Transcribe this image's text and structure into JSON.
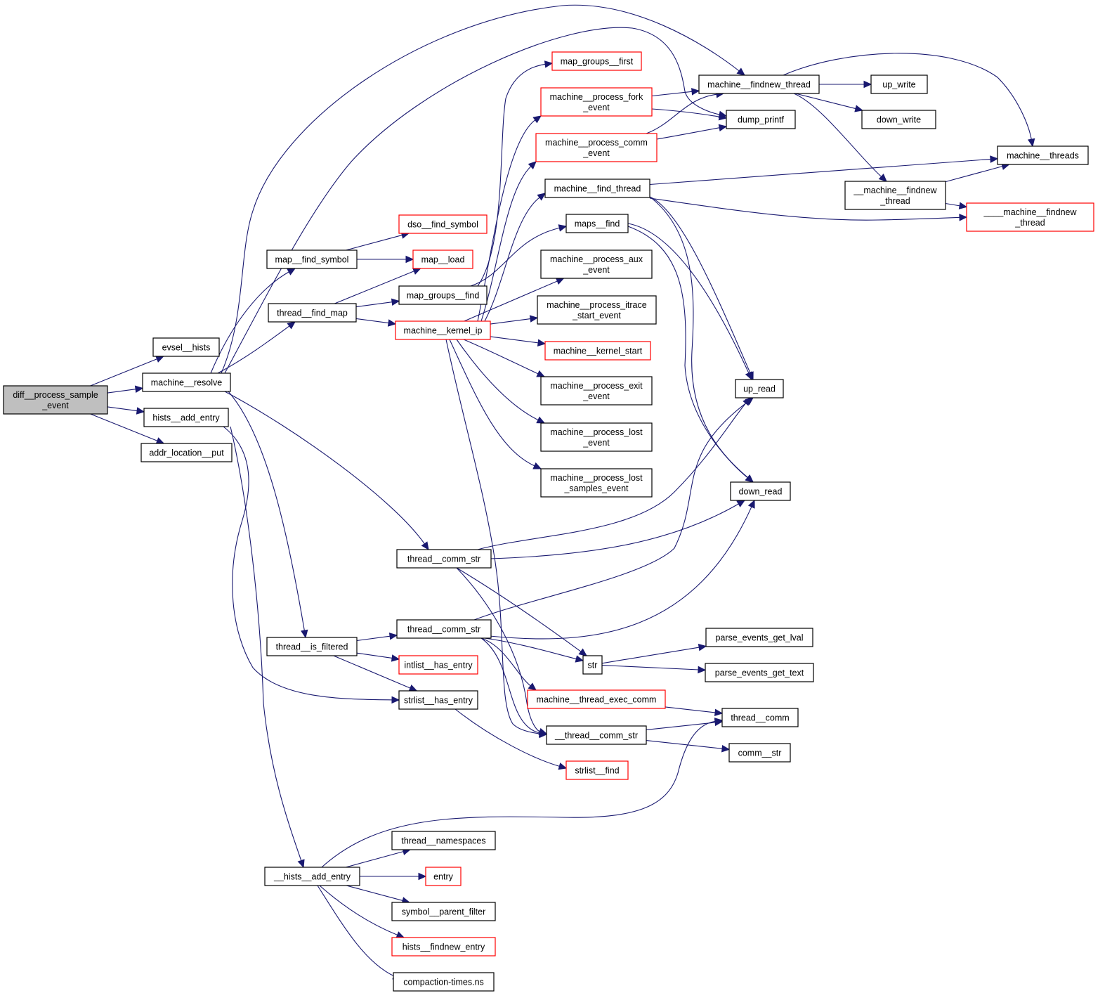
{
  "diagram": {
    "type": "call-graph",
    "edge_color": "#191970",
    "nodes": [
      {
        "id": "diff",
        "lines": [
          "diff__process_sample",
          "_event"
        ],
        "style": "root"
      },
      {
        "id": "evsel_hists",
        "lines": [
          "evsel__hists"
        ],
        "style": "normal"
      },
      {
        "id": "machine_resolve",
        "lines": [
          "machine__resolve"
        ],
        "style": "normal"
      },
      {
        "id": "hists_add_entry",
        "lines": [
          "hists__add_entry"
        ],
        "style": "normal"
      },
      {
        "id": "addr_location_put",
        "lines": [
          "addr_location__put"
        ],
        "style": "normal"
      },
      {
        "id": "map_find_symbol",
        "lines": [
          "map__find_symbol"
        ],
        "style": "normal"
      },
      {
        "id": "thread_find_map",
        "lines": [
          "thread__find_map"
        ],
        "style": "normal"
      },
      {
        "id": "dso_find_symbol",
        "lines": [
          "dso__find_symbol"
        ],
        "style": "red"
      },
      {
        "id": "map_load",
        "lines": [
          "map__load"
        ],
        "style": "red"
      },
      {
        "id": "map_groups_find",
        "lines": [
          "map_groups__find"
        ],
        "style": "normal"
      },
      {
        "id": "machine_kernel_ip",
        "lines": [
          "machine__kernel_ip"
        ],
        "style": "red"
      },
      {
        "id": "map_groups_first",
        "lines": [
          "map_groups__first"
        ],
        "style": "red"
      },
      {
        "id": "mpfork",
        "lines": [
          "machine__process_fork",
          "_event"
        ],
        "style": "red"
      },
      {
        "id": "mpcomm",
        "lines": [
          "machine__process_comm",
          "_event"
        ],
        "style": "red"
      },
      {
        "id": "machine_find_thread",
        "lines": [
          "machine__find_thread"
        ],
        "style": "normal"
      },
      {
        "id": "maps_find",
        "lines": [
          "maps__find"
        ],
        "style": "normal"
      },
      {
        "id": "mpaux",
        "lines": [
          "machine__process_aux",
          "_event"
        ],
        "style": "normal"
      },
      {
        "id": "mpitrace",
        "lines": [
          "machine__process_itrace",
          "_start_event"
        ],
        "style": "normal"
      },
      {
        "id": "machine_kernel_start",
        "lines": [
          "machine__kernel_start"
        ],
        "style": "red"
      },
      {
        "id": "mpexit",
        "lines": [
          "machine__process_exit",
          "_event"
        ],
        "style": "normal"
      },
      {
        "id": "mplost",
        "lines": [
          "machine__process_lost",
          "_event"
        ],
        "style": "normal"
      },
      {
        "id": "mplostsamples",
        "lines": [
          "machine__process_lost",
          "_samples_event"
        ],
        "style": "normal"
      },
      {
        "id": "machine_findnew_thread",
        "lines": [
          "machine__findnew_thread"
        ],
        "style": "normal"
      },
      {
        "id": "dump_printf",
        "lines": [
          "dump_printf"
        ],
        "style": "normal"
      },
      {
        "id": "up_write",
        "lines": [
          "up_write"
        ],
        "style": "normal"
      },
      {
        "id": "down_write",
        "lines": [
          "down_write"
        ],
        "style": "normal"
      },
      {
        "id": "machine_threads",
        "lines": [
          "machine__threads"
        ],
        "style": "normal"
      },
      {
        "id": "__machine_findnew_thread",
        "lines": [
          "__machine__findnew",
          "_thread"
        ],
        "style": "normal"
      },
      {
        "id": "____machine_findnew_thread",
        "lines": [
          "____machine__findnew",
          "_thread"
        ],
        "style": "red"
      },
      {
        "id": "up_read",
        "lines": [
          "up_read"
        ],
        "style": "normal"
      },
      {
        "id": "down_read",
        "lines": [
          "down_read"
        ],
        "style": "normal"
      },
      {
        "id": "thread_comm_str_1",
        "lines": [
          "thread__comm_str"
        ],
        "style": "normal"
      },
      {
        "id": "thread_is_filtered",
        "lines": [
          "thread__is_filtered"
        ],
        "style": "normal"
      },
      {
        "id": "thread_comm_str_2",
        "lines": [
          "thread__comm_str"
        ],
        "style": "normal"
      },
      {
        "id": "intlist_has_entry",
        "lines": [
          "intlist__has_entry"
        ],
        "style": "red"
      },
      {
        "id": "strlist_has_entry",
        "lines": [
          "strlist__has_entry"
        ],
        "style": "normal"
      },
      {
        "id": "str",
        "lines": [
          "str"
        ],
        "style": "normal"
      },
      {
        "id": "parse_events_get_lval",
        "lines": [
          "parse_events_get_lval"
        ],
        "style": "normal"
      },
      {
        "id": "parse_events_get_text",
        "lines": [
          "parse_events_get_text"
        ],
        "style": "normal"
      },
      {
        "id": "machine_thread_exec_comm",
        "lines": [
          "machine__thread_exec_comm"
        ],
        "style": "red"
      },
      {
        "id": "thread_comm",
        "lines": [
          "thread__comm"
        ],
        "style": "normal"
      },
      {
        "id": "__thread_comm_str",
        "lines": [
          "__thread__comm_str"
        ],
        "style": "normal"
      },
      {
        "id": "comm_str",
        "lines": [
          "comm__str"
        ],
        "style": "normal"
      },
      {
        "id": "strlist_find",
        "lines": [
          "strlist__find"
        ],
        "style": "red"
      },
      {
        "id": "__hists_add_entry",
        "lines": [
          "__hists__add_entry"
        ],
        "style": "normal"
      },
      {
        "id": "thread_namespaces",
        "lines": [
          "thread__namespaces"
        ],
        "style": "normal"
      },
      {
        "id": "entry",
        "lines": [
          "entry"
        ],
        "style": "red"
      },
      {
        "id": "symbol_parent_filter",
        "lines": [
          "symbol__parent_filter"
        ],
        "style": "normal"
      },
      {
        "id": "hists_findnew_entry",
        "lines": [
          "hists__findnew_entry"
        ],
        "style": "red"
      },
      {
        "id": "compaction_times_ns",
        "lines": [
          "compaction-times.ns"
        ],
        "style": "normal"
      }
    ],
    "edges": [
      [
        "diff",
        "evsel_hists"
      ],
      [
        "diff",
        "machine_resolve"
      ],
      [
        "diff",
        "hists_add_entry"
      ],
      [
        "diff",
        "addr_location_put"
      ],
      [
        "machine_resolve",
        "map_find_symbol"
      ],
      [
        "machine_resolve",
        "thread_find_map"
      ],
      [
        "machine_resolve",
        "machine_findnew_thread"
      ],
      [
        "machine_resolve",
        "dump_printf"
      ],
      [
        "machine_resolve",
        "thread_comm_str_1"
      ],
      [
        "machine_resolve",
        "thread_is_filtered"
      ],
      [
        "map_find_symbol",
        "dso_find_symbol"
      ],
      [
        "map_find_symbol",
        "map_load"
      ],
      [
        "thread_find_map",
        "map_load"
      ],
      [
        "thread_find_map",
        "map_groups_find"
      ],
      [
        "thread_find_map",
        "machine_kernel_ip"
      ],
      [
        "map_groups_find",
        "map_groups_first"
      ],
      [
        "map_groups_find",
        "maps_find"
      ],
      [
        "machine_kernel_ip",
        "mpfork"
      ],
      [
        "machine_kernel_ip",
        "mpcomm"
      ],
      [
        "machine_kernel_ip",
        "machine_find_thread"
      ],
      [
        "machine_kernel_ip",
        "mpaux"
      ],
      [
        "machine_kernel_ip",
        "mpitrace"
      ],
      [
        "machine_kernel_ip",
        "machine_kernel_start"
      ],
      [
        "machine_kernel_ip",
        "mpexit"
      ],
      [
        "machine_kernel_ip",
        "mplost"
      ],
      [
        "machine_kernel_ip",
        "mplostsamples"
      ],
      [
        "machine_kernel_ip",
        "__thread_comm_str"
      ],
      [
        "mpfork",
        "machine_findnew_thread"
      ],
      [
        "mpfork",
        "dump_printf"
      ],
      [
        "mpcomm",
        "machine_findnew_thread"
      ],
      [
        "mpcomm",
        "dump_printf"
      ],
      [
        "machine_find_thread",
        "machine_threads"
      ],
      [
        "machine_find_thread",
        "____machine_findnew_thread"
      ],
      [
        "machine_find_thread",
        "up_read"
      ],
      [
        "machine_find_thread",
        "down_read"
      ],
      [
        "maps_find",
        "up_read"
      ],
      [
        "maps_find",
        "down_read"
      ],
      [
        "machine_findnew_thread",
        "up_write"
      ],
      [
        "machine_findnew_thread",
        "down_write"
      ],
      [
        "machine_findnew_thread",
        "machine_threads"
      ],
      [
        "machine_findnew_thread",
        "__machine_findnew_thread"
      ],
      [
        "__machine_findnew_thread",
        "machine_threads"
      ],
      [
        "__machine_findnew_thread",
        "____machine_findnew_thread"
      ],
      [
        "thread_comm_str_1",
        "up_read"
      ],
      [
        "thread_comm_str_1",
        "down_read"
      ],
      [
        "thread_comm_str_1",
        "str"
      ],
      [
        "thread_comm_str_1",
        "__thread_comm_str"
      ],
      [
        "thread_is_filtered",
        "thread_comm_str_2"
      ],
      [
        "thread_is_filtered",
        "intlist_has_entry"
      ],
      [
        "thread_is_filtered",
        "strlist_has_entry"
      ],
      [
        "thread_comm_str_2",
        "up_read"
      ],
      [
        "thread_comm_str_2",
        "down_read"
      ],
      [
        "thread_comm_str_2",
        "str"
      ],
      [
        "thread_comm_str_2",
        "machine_thread_exec_comm"
      ],
      [
        "thread_comm_str_2",
        "__thread_comm_str"
      ],
      [
        "hists_add_entry",
        "strlist_has_entry"
      ],
      [
        "hists_add_entry",
        "__hists_add_entry"
      ],
      [
        "strlist_has_entry",
        "strlist_find"
      ],
      [
        "str",
        "parse_events_get_lval"
      ],
      [
        "str",
        "parse_events_get_text"
      ],
      [
        "machine_thread_exec_comm",
        "thread_comm"
      ],
      [
        "__thread_comm_str",
        "thread_comm"
      ],
      [
        "__thread_comm_str",
        "comm_str"
      ],
      [
        "__hists_add_entry",
        "thread_comm"
      ],
      [
        "__hists_add_entry",
        "thread_namespaces"
      ],
      [
        "__hists_add_entry",
        "entry"
      ],
      [
        "__hists_add_entry",
        "symbol_parent_filter"
      ],
      [
        "__hists_add_entry",
        "hists_findnew_entry"
      ],
      [
        "__hists_add_entry",
        "compaction_times_ns"
      ]
    ]
  }
}
